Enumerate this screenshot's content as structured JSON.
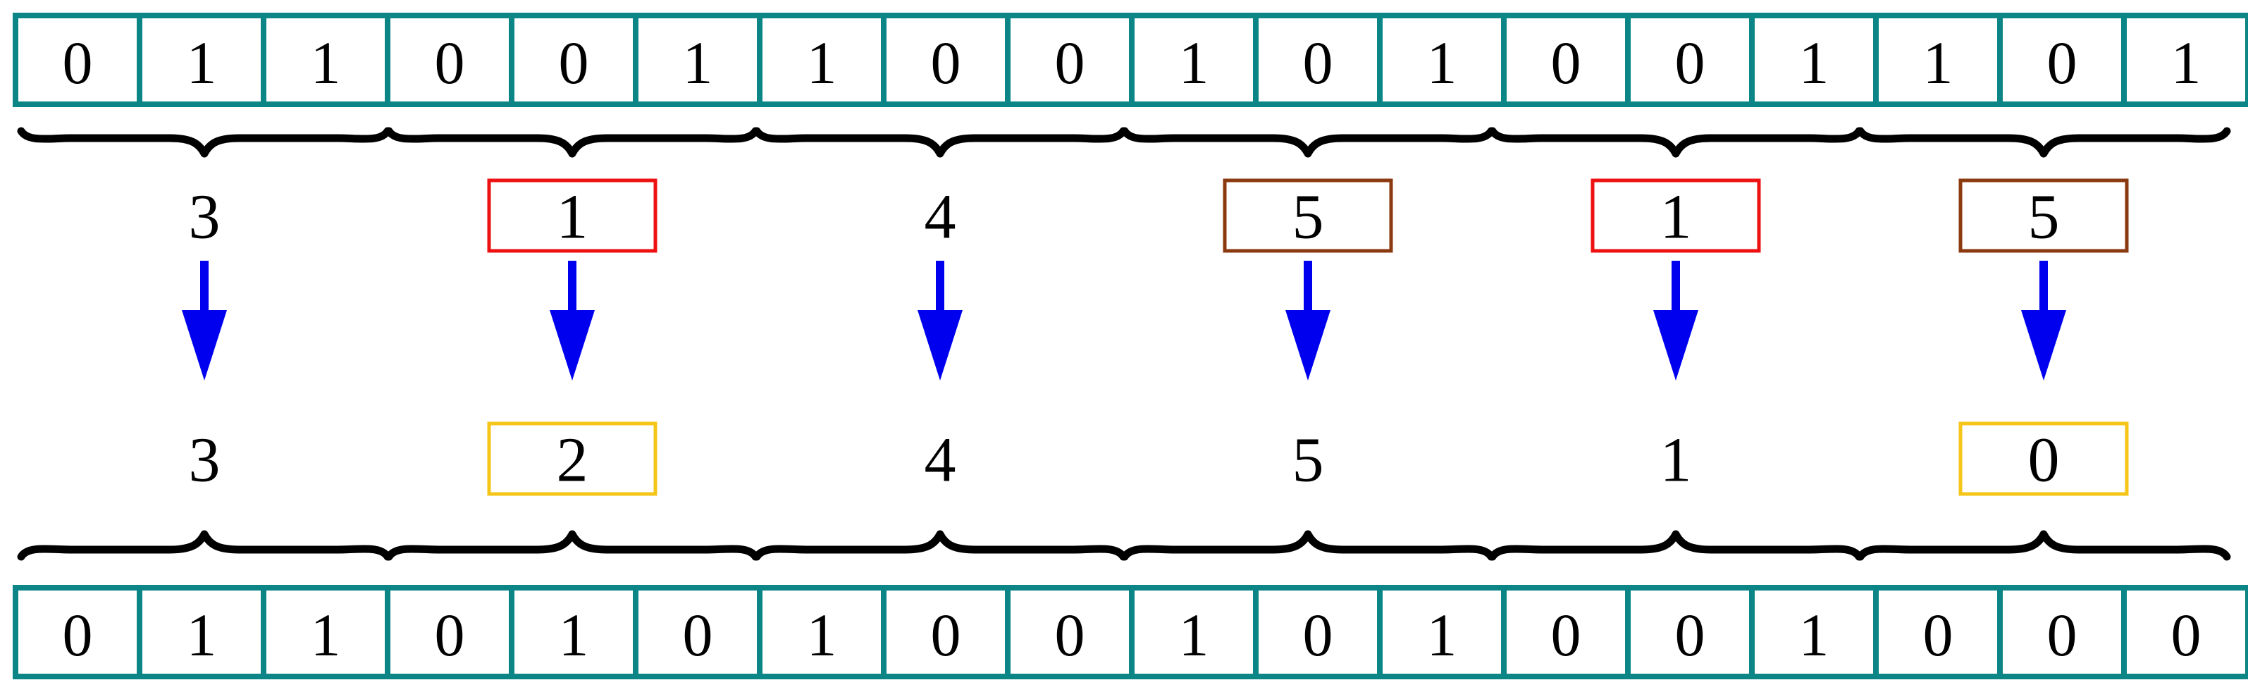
{
  "top_row": {
    "bits": [
      "0",
      "1",
      "1",
      "0",
      "0",
      "1",
      "1",
      "0",
      "0",
      "1",
      "0",
      "1",
      "0",
      "0",
      "1",
      "1",
      "0",
      "1"
    ]
  },
  "bottom_row": {
    "bits": [
      "0",
      "1",
      "1",
      "0",
      "1",
      "0",
      "1",
      "0",
      "0",
      "1",
      "0",
      "1",
      "0",
      "0",
      "1",
      "0",
      "0",
      "0"
    ]
  },
  "original_values": [
    {
      "value": "3",
      "highlight": null
    },
    {
      "value": "1",
      "highlight": "#ee1111"
    },
    {
      "value": "4",
      "highlight": null
    },
    {
      "value": "5",
      "highlight": "#8b3a10"
    },
    {
      "value": "1",
      "highlight": "#ee1111"
    },
    {
      "value": "5",
      "highlight": "#8b3a10"
    }
  ],
  "new_values": [
    {
      "value": "3",
      "highlight": null
    },
    {
      "value": "2",
      "highlight": "#f5c518"
    },
    {
      "value": "4",
      "highlight": null
    },
    {
      "value": "5",
      "highlight": null
    },
    {
      "value": "1",
      "highlight": null
    },
    {
      "value": "0",
      "highlight": "#f5c518"
    }
  ],
  "colors": {
    "cell_border": "#0b8585",
    "arrow": "#0000ee",
    "brace": "#000000"
  }
}
